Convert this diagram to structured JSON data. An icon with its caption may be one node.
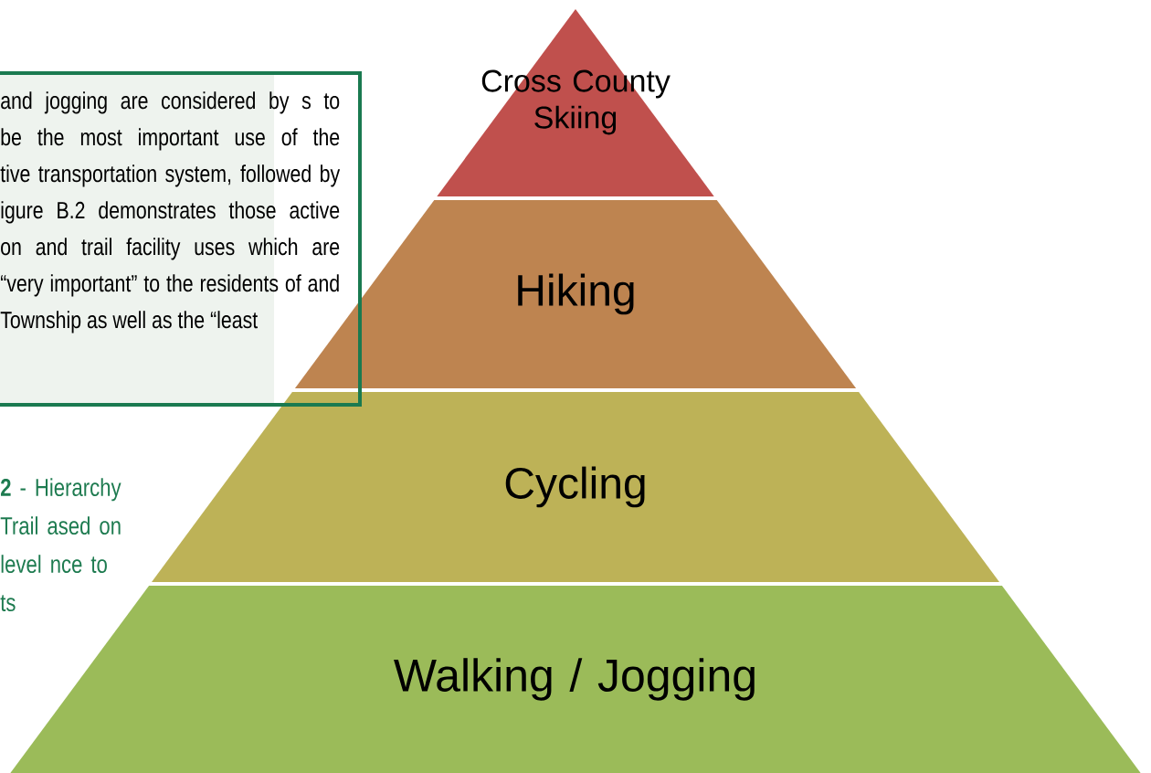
{
  "diagram": {
    "nodes": [
      {
        "text": [
          "and jogging are considered by s to be the most important use of the tive transportation system, followed by igure B.2 demonstrates those active on and trail facility uses which are “very important” to the residents of and Township as well as the “least"
        ]
      },
      {
        "text": [
          "Cross County Skiing"
        ]
      },
      {
        "text": [
          "Hiking"
        ]
      },
      {
        "text": [
          "Cycling"
        ]
      },
      {
        "text": [
          "Walking / Jogging"
        ]
      }
    ],
    "labels": [
      "**2** - Hierarchy Trail ased on level nce to ts"
    ]
  }
}
